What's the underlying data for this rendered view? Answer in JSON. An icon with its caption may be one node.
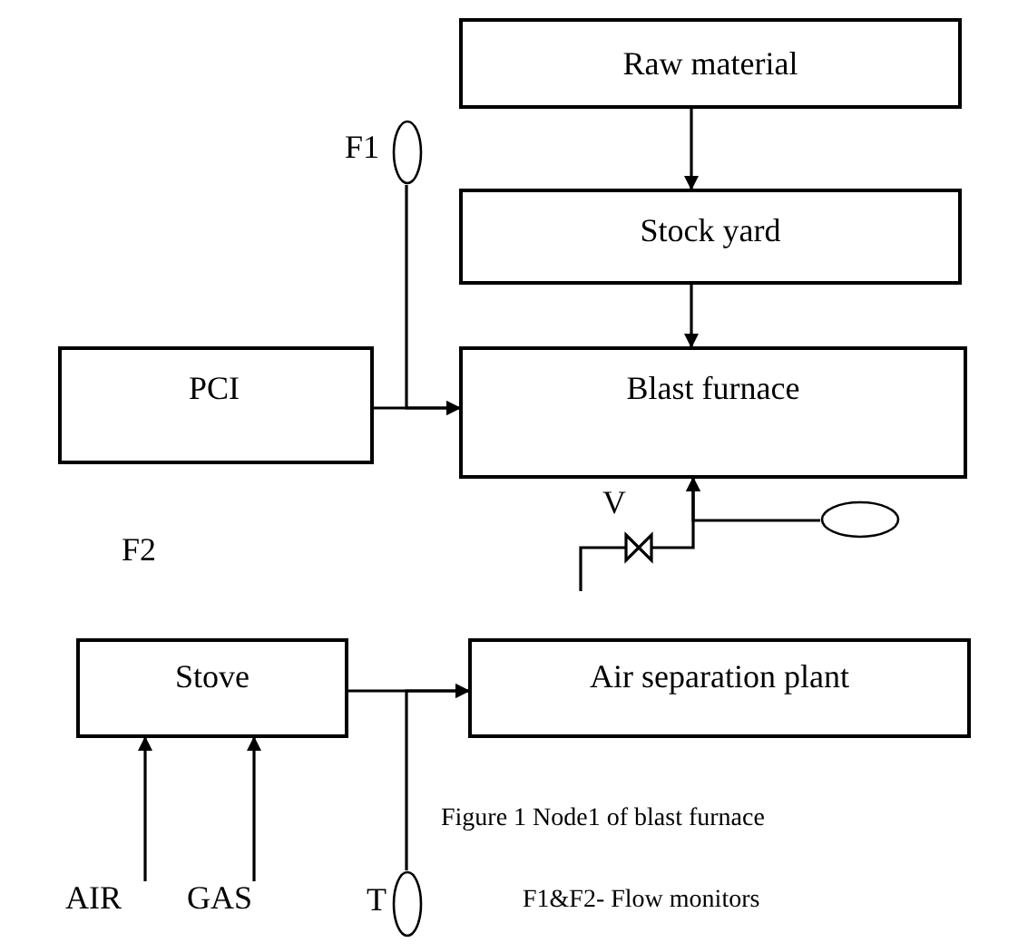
{
  "diagram": {
    "caption": "Figure 1 Node1 of blast furnace",
    "nodes": [
      {
        "text": [
          "Raw material"
        ]
      },
      {
        "text": [
          "Stock yard"
        ]
      },
      {
        "text": [
          "Blast furnace"
        ]
      },
      {
        "text": [
          "PCI"
        ]
      },
      {
        "text": [
          "Stove"
        ]
      },
      {
        "text": [
          "Air separation plant"
        ]
      },
      {
        "text": [],
        "shape": "circle",
        "beside": [
          "F1"
        ]
      },
      {
        "text": [],
        "shape": "circle"
      },
      {
        "text": [],
        "shape": "circle",
        "beside": [
          "T"
        ]
      },
      {
        "text": [
          "AIR"
        ]
      },
      {
        "text": [
          "GAS"
        ]
      }
    ],
    "edges": [
      {
        "from": 0,
        "to": 1,
        "arrow": "to"
      },
      {
        "from": 1,
        "to": 2,
        "arrow": "to"
      },
      {
        "from": 3,
        "to": 2,
        "arrow": "to"
      },
      {
        "from": 6,
        "to": 2,
        "arrow": "to"
      },
      {
        "from": null,
        "to": 2,
        "arrow": "to"
      },
      {
        "from": 7,
        "to": 2,
        "arrow": "to"
      },
      {
        "from": 4,
        "to": 5,
        "arrow": "to"
      },
      {
        "from": 8,
        "to": 5,
        "arrow": "to"
      },
      {
        "from": 9,
        "to": 4,
        "arrow": "to"
      },
      {
        "from": 10,
        "to": 4,
        "arrow": "to"
      }
    ],
    "labels": [
      "V",
      "F2",
      "F1&F2- Flow monitors"
    ]
  }
}
